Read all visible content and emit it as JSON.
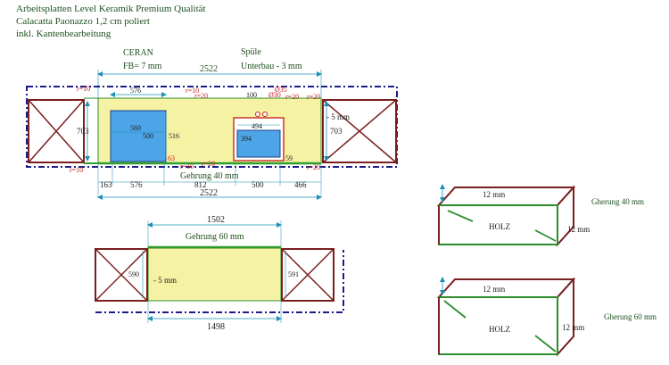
{
  "header": {
    "line1": "Arbeitsplatten Level Keramik Premium Qualität",
    "line2": "Calacatta Paonazzo 1,2 cm poliert",
    "line3": "inkl. Kantenbearbeitung"
  },
  "top_plate": {
    "cooktop_title": "CERAN",
    "cooktop_fb": "FB= 7 mm",
    "sink_title": "Spüle",
    "sink_mount": "Unterbau - 3 mm",
    "overall_top": "2522",
    "overall_bottom": "2522",
    "depth_left": "703",
    "depth_right": "703",
    "recess_right": "- 5 mm",
    "r_top_left": "r=10",
    "r_top_mid": "r=10",
    "r_top_sink": "r=20",
    "r_top_right": "r=20",
    "r_bot_left": "r=10",
    "r_bot_mid": "r=10",
    "r_bot_mid2": "r=20",
    "r_bot_right": "r=20",
    "cooktop_w_top": "576",
    "cooktop_inner_w": "560",
    "cooktop_inner_h": "500",
    "cooktop_h": "516",
    "cooktop_r": "r=20",
    "dim_63": "63",
    "sink_dim_100": "100",
    "sink_d35": "Ø35",
    "sink_d30": "Ø30",
    "sink_494": "494",
    "sink_394": "394",
    "sink_59": "59",
    "seg1": "163",
    "seg2": "576",
    "seg3": "812",
    "seg4": "500",
    "seg5": "466",
    "miter_label": "Gehrung 40 mm"
  },
  "lower_plate": {
    "top_dim": "1502",
    "bottom_dim": "1498",
    "miter_label": "Gehrung 60 mm",
    "left_h": "590",
    "right_h": "591",
    "recess": "- 5 mm"
  },
  "detail_40": {
    "thickness": "12 mm",
    "material": "HOLZ",
    "edge": "12 mm",
    "title": "Gherung 40 mm"
  },
  "detail_60": {
    "thickness": "12 mm",
    "material": "HOLZ",
    "edge": "12 mm",
    "title": "Gherung 60 mm"
  },
  "colors": {
    "plate_fill": "#f6f2a4",
    "cabinet_stroke": "#7a1f1f",
    "dim_line": "#1c8fb5",
    "dim_text": "#222222",
    "red_text": "#cc2222",
    "green_text": "#1e4f1e",
    "dashed_blue": "#1b1b8c",
    "cutout_fill": "#4da4e6",
    "sink_stroke": "#c8372b"
  }
}
